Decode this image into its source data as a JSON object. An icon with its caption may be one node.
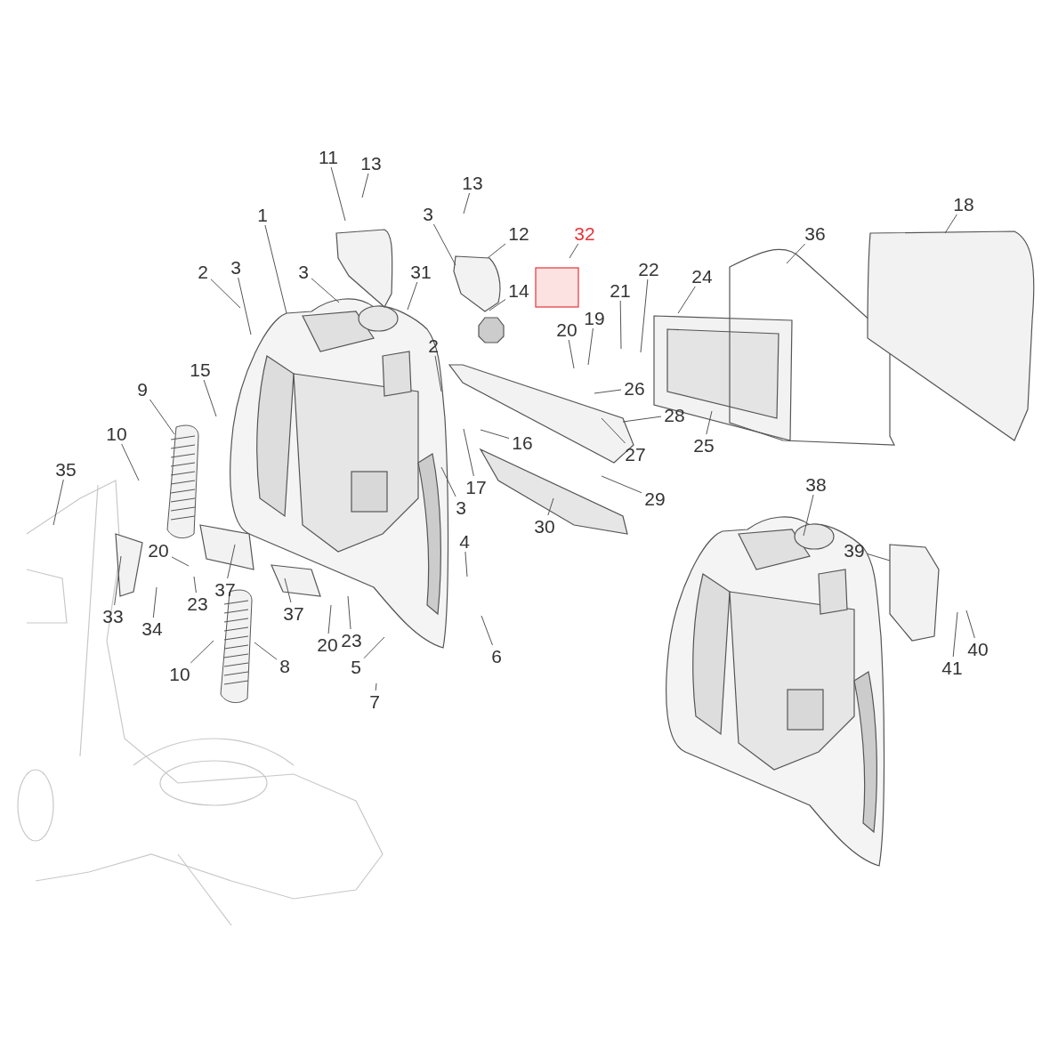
{
  "diagram": {
    "nodes": [
      {
        "text": [
          "11"
        ]
      },
      {
        "text": [
          "13"
        ]
      },
      {
        "text": [
          "13"
        ]
      },
      {
        "text": [
          "3"
        ]
      },
      {
        "text": [
          "12"
        ]
      },
      {
        "text": [
          "32"
        ]
      },
      {
        "text": [
          "2"
        ]
      },
      {
        "text": [
          "3"
        ]
      },
      {
        "text": [
          "1"
        ]
      },
      {
        "text": [
          "3"
        ]
      },
      {
        "text": [
          "31"
        ]
      },
      {
        "text": [
          "14"
        ]
      },
      {
        "text": [
          "22"
        ]
      },
      {
        "text": [
          "21"
        ]
      },
      {
        "text": [
          "19"
        ]
      },
      {
        "text": [
          "20"
        ]
      },
      {
        "text": [
          "24"
        ]
      },
      {
        "text": [
          "36"
        ]
      },
      {
        "text": [
          "18"
        ]
      },
      {
        "text": [
          "2"
        ]
      },
      {
        "text": [
          "15"
        ]
      },
      {
        "text": [
          "26"
        ]
      },
      {
        "text": [
          "28"
        ]
      },
      {
        "text": [
          "9"
        ]
      },
      {
        "text": [
          "10"
        ]
      },
      {
        "text": [
          "16"
        ]
      },
      {
        "text": [
          "27"
        ]
      },
      {
        "text": [
          "25"
        ]
      },
      {
        "text": [
          "35"
        ]
      },
      {
        "text": [
          "17"
        ]
      },
      {
        "text": [
          "3"
        ]
      },
      {
        "text": [
          "29"
        ]
      },
      {
        "text": [
          "38"
        ]
      },
      {
        "text": [
          "30"
        ]
      },
      {
        "text": [
          "4"
        ]
      },
      {
        "text": [
          "20"
        ]
      },
      {
        "text": [
          "39"
        ]
      },
      {
        "text": [
          "23"
        ]
      },
      {
        "text": [
          "37"
        ]
      },
      {
        "text": [
          "33"
        ]
      },
      {
        "text": [
          "34"
        ]
      },
      {
        "text": [
          "37"
        ]
      },
      {
        "text": [
          "20"
        ]
      },
      {
        "text": [
          "23"
        ]
      },
      {
        "text": [
          "6"
        ]
      },
      {
        "text": [
          "40"
        ]
      },
      {
        "text": [
          "41"
        ]
      },
      {
        "text": [
          "10"
        ]
      },
      {
        "text": [
          "8"
        ]
      },
      {
        "text": [
          "5"
        ]
      },
      {
        "text": [
          "7"
        ]
      }
    ],
    "edges": [
      {
        "from": 0,
        "to": null,
        "arrow": "none"
      },
      {
        "from": 1,
        "to": null,
        "arrow": "none"
      },
      {
        "from": 2,
        "to": null,
        "arrow": "none"
      },
      {
        "from": 3,
        "to": null,
        "arrow": "none"
      },
      {
        "from": 4,
        "to": null,
        "arrow": "none"
      },
      {
        "from": 5,
        "to": null,
        "arrow": "none"
      },
      {
        "from": 6,
        "to": null,
        "arrow": "none"
      },
      {
        "from": 7,
        "to": null,
        "arrow": "none"
      },
      {
        "from": 8,
        "to": null,
        "arrow": "none"
      },
      {
        "from": 9,
        "to": null,
        "arrow": "none"
      },
      {
        "from": 10,
        "to": null,
        "arrow": "none"
      },
      {
        "from": 11,
        "to": null,
        "arrow": "none"
      },
      {
        "from": 12,
        "to": null,
        "arrow": "none"
      },
      {
        "from": 13,
        "to": null,
        "arrow": "none"
      },
      {
        "from": 14,
        "to": null,
        "arrow": "none"
      },
      {
        "from": 15,
        "to": null,
        "arrow": "none"
      },
      {
        "from": 16,
        "to": null,
        "arrow": "none"
      },
      {
        "from": 17,
        "to": null,
        "arrow": "none"
      },
      {
        "from": 18,
        "to": null,
        "arrow": "none"
      },
      {
        "from": 19,
        "to": null,
        "arrow": "none"
      },
      {
        "from": 20,
        "to": null,
        "arrow": "none"
      },
      {
        "from": 21,
        "to": null,
        "arrow": "none"
      },
      {
        "from": 22,
        "to": null,
        "arrow": "none"
      },
      {
        "from": 23,
        "to": null,
        "arrow": "none"
      },
      {
        "from": 24,
        "to": null,
        "arrow": "none"
      },
      {
        "from": 25,
        "to": null,
        "arrow": "none"
      },
      {
        "from": 26,
        "to": null,
        "arrow": "none"
      },
      {
        "from": 27,
        "to": null,
        "arrow": "none"
      },
      {
        "from": 28,
        "to": null,
        "arrow": "none"
      },
      {
        "from": 29,
        "to": null,
        "arrow": "none"
      },
      {
        "from": 30,
        "to": null,
        "arrow": "none"
      },
      {
        "from": 31,
        "to": null,
        "arrow": "none"
      },
      {
        "from": 32,
        "to": null,
        "arrow": "none"
      },
      {
        "from": 33,
        "to": null,
        "arrow": "none"
      },
      {
        "from": 34,
        "to": null,
        "arrow": "none"
      },
      {
        "from": 35,
        "to": null,
        "arrow": "none"
      },
      {
        "from": 36,
        "to": null,
        "arrow": "none"
      },
      {
        "from": 37,
        "to": null,
        "arrow": "none"
      },
      {
        "from": 38,
        "to": null,
        "arrow": "none"
      },
      {
        "from": 39,
        "to": null,
        "arrow": "none"
      },
      {
        "from": 40,
        "to": null,
        "arrow": "none"
      },
      {
        "from": 41,
        "to": null,
        "arrow": "none"
      },
      {
        "from": 42,
        "to": null,
        "arrow": "none"
      },
      {
        "from": 43,
        "to": null,
        "arrow": "none"
      },
      {
        "from": 44,
        "to": null,
        "arrow": "none"
      },
      {
        "from": 45,
        "to": null,
        "arrow": "none"
      },
      {
        "from": 46,
        "to": null,
        "arrow": "none"
      },
      {
        "from": 47,
        "to": null,
        "arrow": "none"
      },
      {
        "from": 48,
        "to": null,
        "arrow": "none"
      },
      {
        "from": 49,
        "to": null,
        "arrow": "none"
      },
      {
        "from": 50,
        "to": null,
        "arrow": "none"
      }
    ]
  }
}
